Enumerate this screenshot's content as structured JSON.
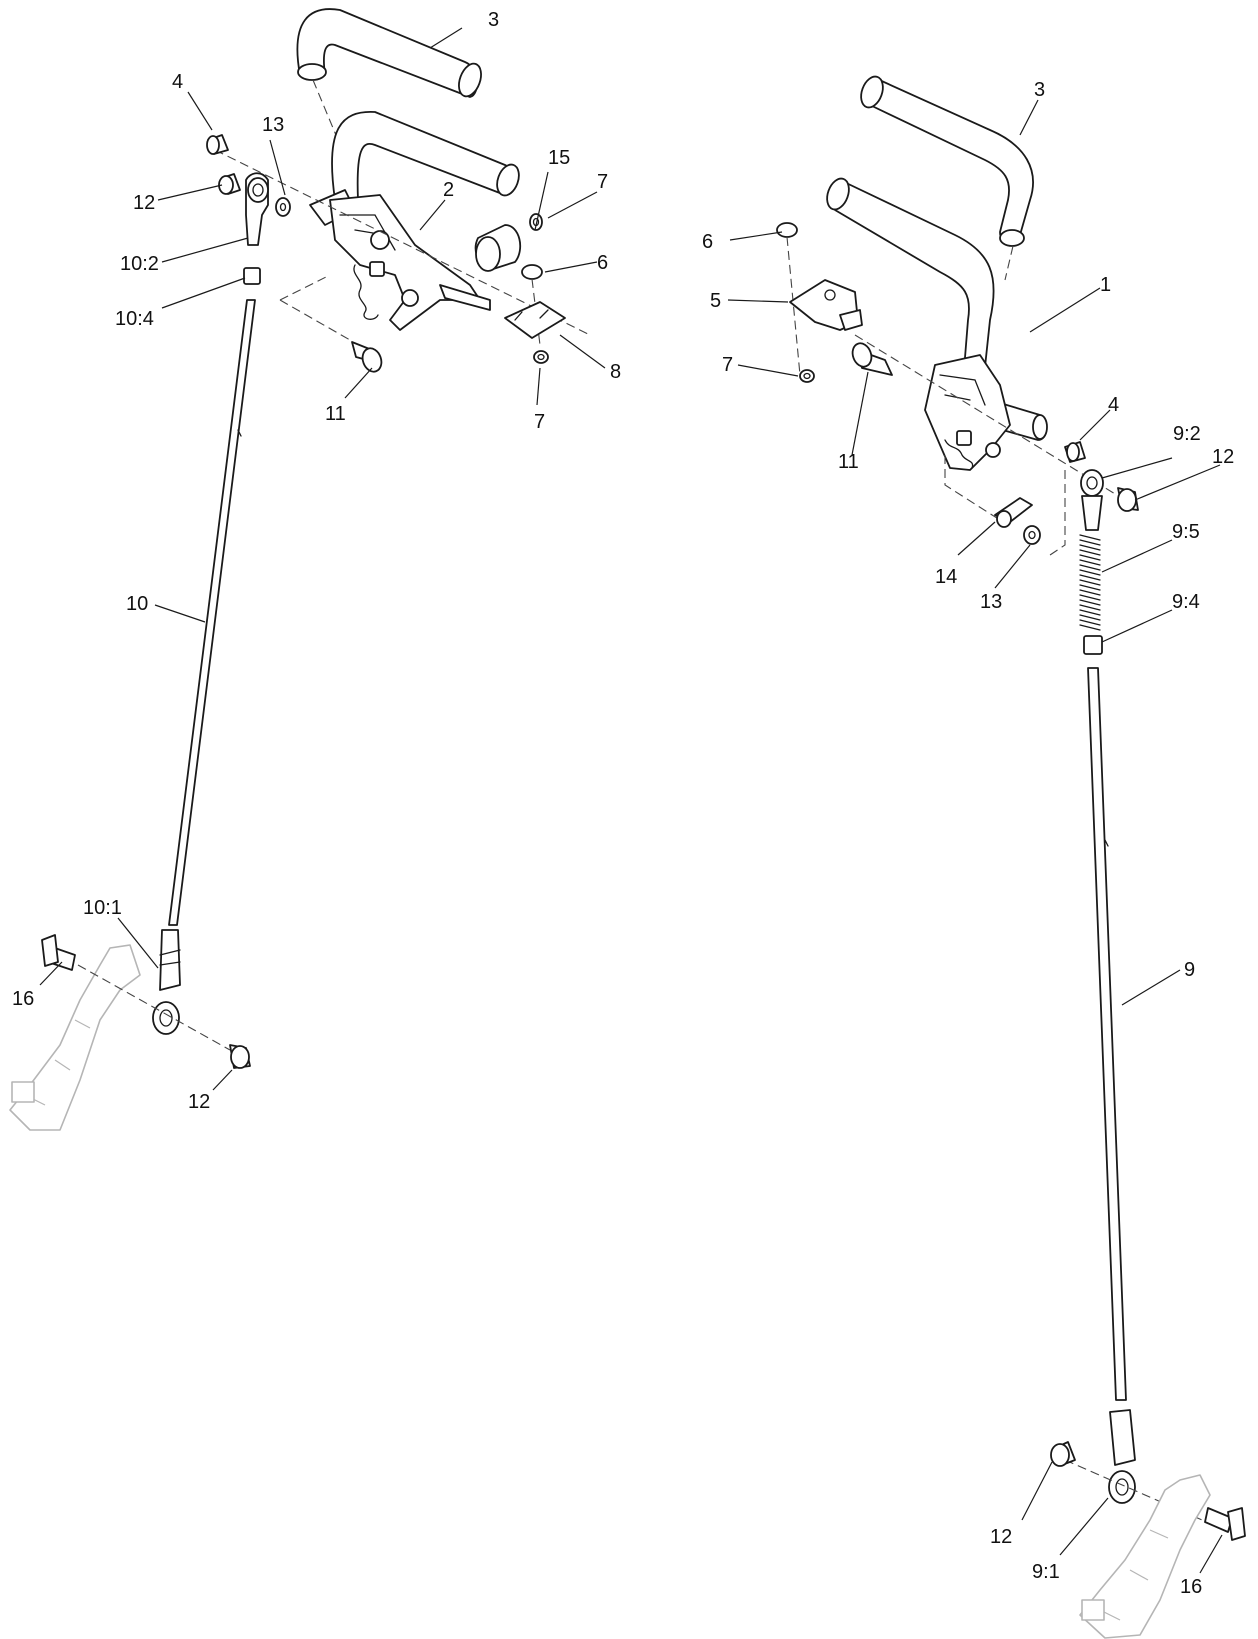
{
  "callouts": {
    "c_left_3": "3",
    "c_left_4": "4",
    "c_left_13": "13",
    "c_left_12": "12",
    "c_left_10_2": "10:2",
    "c_left_10_4": "10:4",
    "c_left_2": "2",
    "c_left_15": "15",
    "c_left_7a": "7",
    "c_left_6": "6",
    "c_left_8": "8",
    "c_left_7b": "7",
    "c_left_11": "11",
    "c_left_10": "10",
    "c_left_10_1": "10:1",
    "c_left_16": "16",
    "c_left_12b": "12",
    "c_right_3": "3",
    "c_right_6": "6",
    "c_right_5": "5",
    "c_right_1": "1",
    "c_right_7": "7",
    "c_right_11": "11",
    "c_right_4": "4",
    "c_right_9_2": "9:2",
    "c_right_12": "12",
    "c_right_14": "14",
    "c_right_13": "13",
    "c_right_9_5": "9:5",
    "c_right_9_4": "9:4",
    "c_right_9": "9",
    "c_right_12b": "12",
    "c_right_9_1": "9:1",
    "c_right_16": "16"
  }
}
